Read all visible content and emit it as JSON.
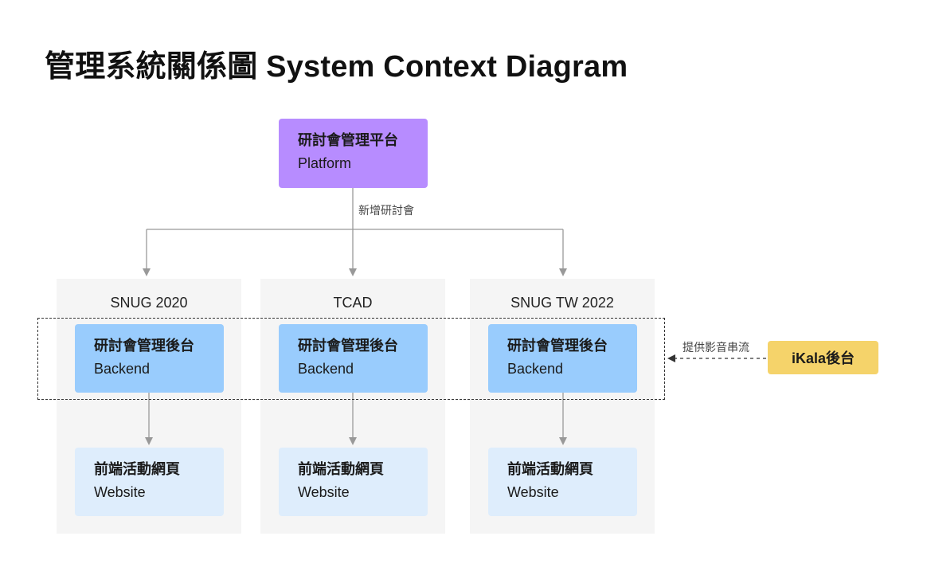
{
  "title": "管理系統關係圖 System Context Diagram",
  "platform": {
    "zh": "研討會管理平台",
    "en": "Platform"
  },
  "edge_create_label": "新增研討會",
  "edge_stream_label": "提供影音串流",
  "groups": [
    {
      "label": "SNUG 2020",
      "backend_zh": "研討會管理後台",
      "backend_en": "Backend",
      "website_zh": "前端活動網頁",
      "website_en": "Website"
    },
    {
      "label": "TCAD",
      "backend_zh": "研討會管理後台",
      "backend_en": "Backend",
      "website_zh": "前端活動網頁",
      "website_en": "Website"
    },
    {
      "label": "SNUG TW 2022",
      "backend_zh": "研討會管理後台",
      "backend_en": "Backend",
      "website_zh": "前端活動網頁",
      "website_en": "Website"
    }
  ],
  "ikala": "iKala後台",
  "colors": {
    "platform": "#b78cff",
    "backend": "#99ccfd",
    "website": "#deedfc",
    "ikala": "#f5d36a",
    "group_bg": "#f5f5f5",
    "edge": "#999999"
  }
}
